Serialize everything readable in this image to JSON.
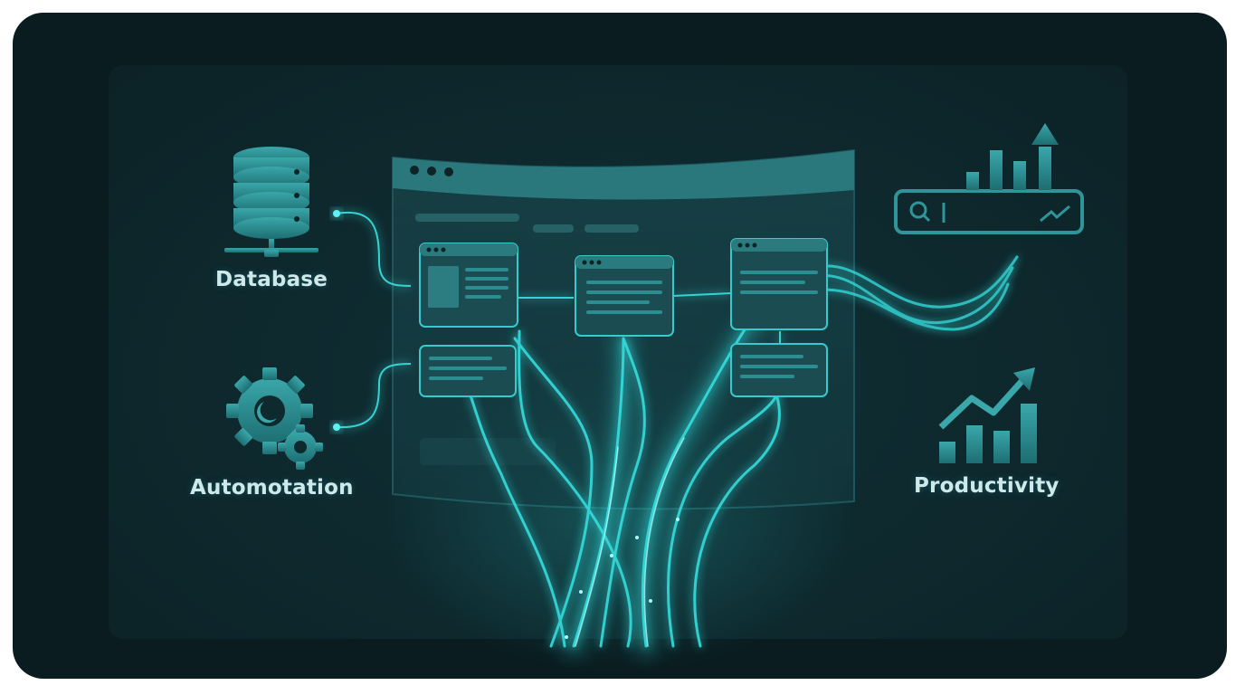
{
  "labels": {
    "database": "Database",
    "automation": "Automotation",
    "productivity": "Productivity"
  },
  "icons": [
    "database-server-icon",
    "gears-icon",
    "search-bar-icon",
    "bar-chart-arrow-icon",
    "growth-chart-icon"
  ],
  "colors": {
    "background": "#0a1c20",
    "panel": "#0e2a2f",
    "accent": "#2fd6d6",
    "icon": "#2e8d91",
    "text": "#cfe9ea"
  }
}
